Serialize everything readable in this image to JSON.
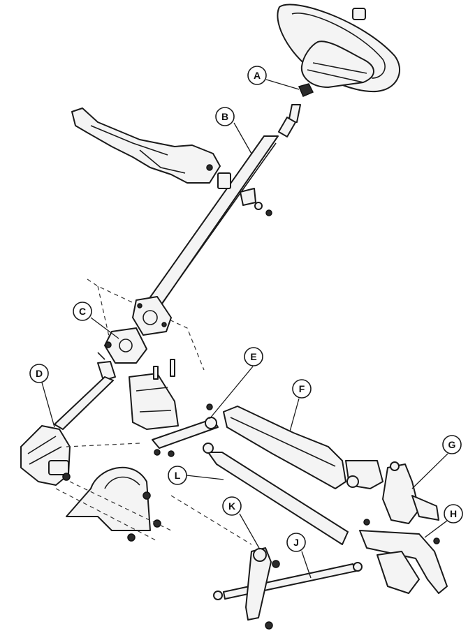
{
  "callouts": [
    {
      "id": "A",
      "label": "A"
    },
    {
      "id": "B",
      "label": "B"
    },
    {
      "id": "C",
      "label": "C"
    },
    {
      "id": "D",
      "label": "D"
    },
    {
      "id": "E",
      "label": "E"
    },
    {
      "id": "F",
      "label": "F"
    },
    {
      "id": "G",
      "label": "G"
    },
    {
      "id": "H",
      "label": "H"
    },
    {
      "id": "J",
      "label": "J"
    },
    {
      "id": "K",
      "label": "K"
    },
    {
      "id": "L",
      "label": "L"
    }
  ],
  "colors": {
    "ink": "#1a1a1a",
    "paper": "#ffffff",
    "part_fill": "#f4f4f4"
  }
}
